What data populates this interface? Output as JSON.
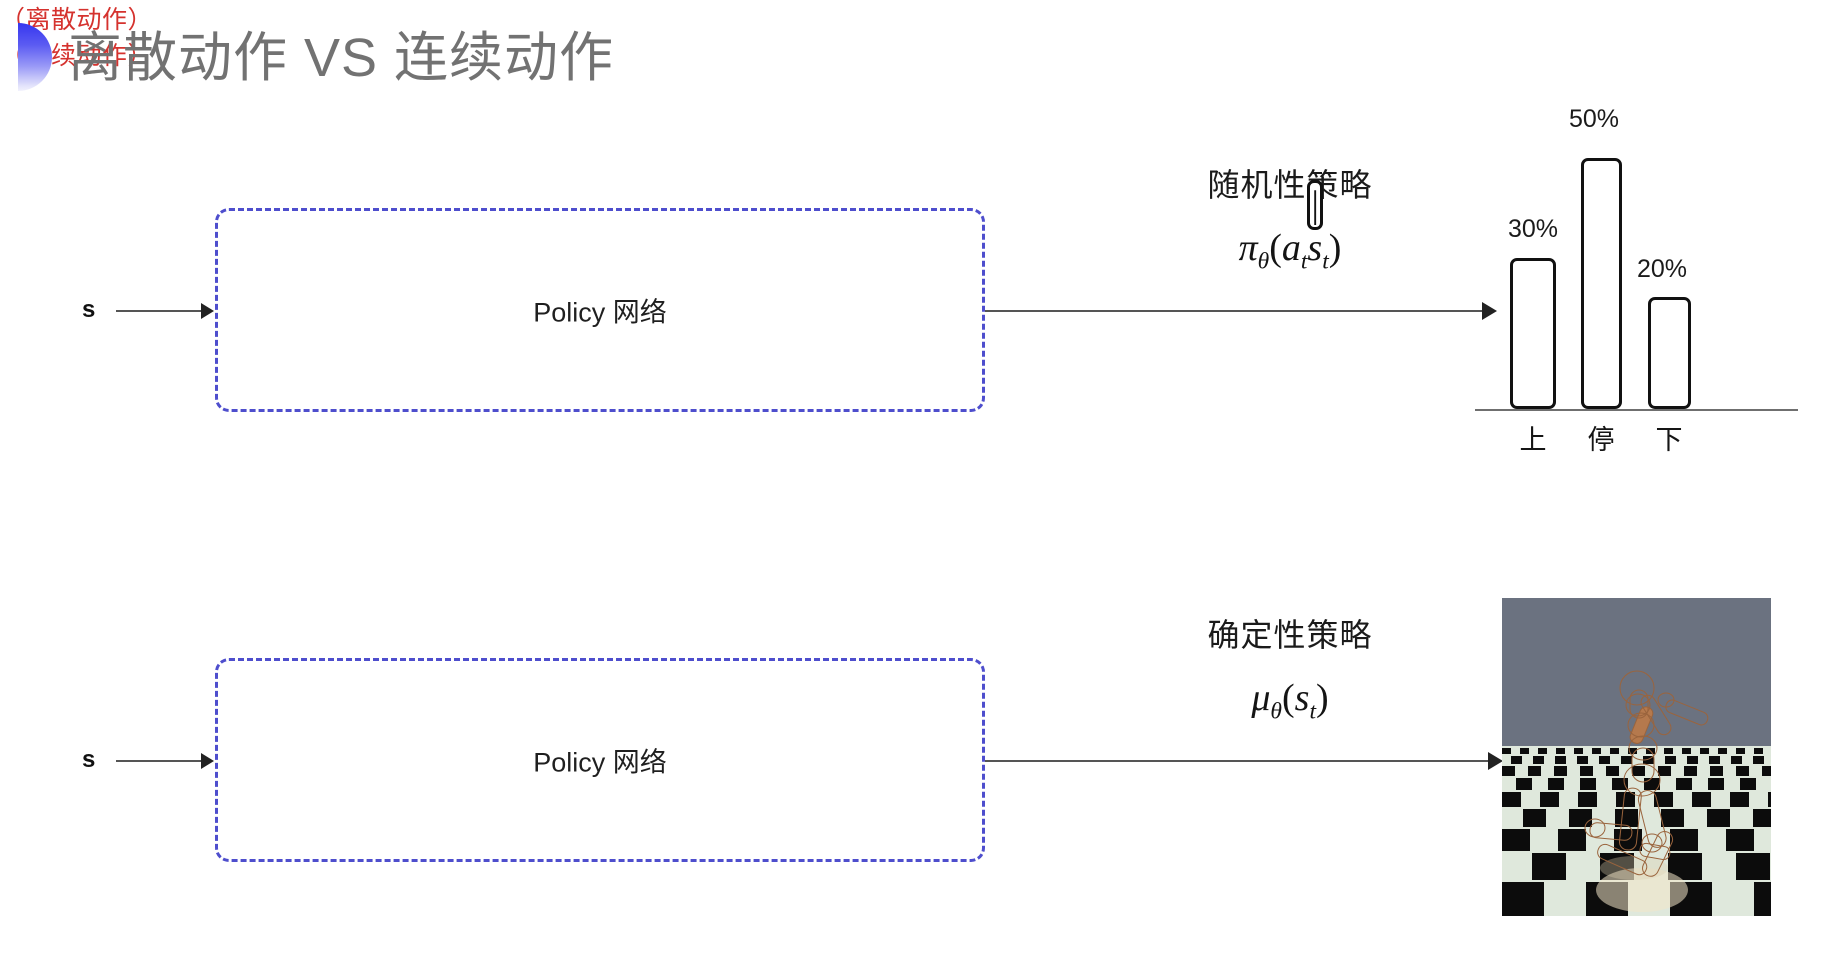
{
  "slide": {
    "title": "离散动作 VS 连续动作",
    "accent_color": "#3636ef",
    "title_color": "#727272",
    "background": "#ffffff"
  },
  "rows": [
    {
      "id": "discrete",
      "input_label": "s",
      "box_label": "Policy 网络",
      "box_border_color": "#4e4ecd",
      "annotation_title": "随机性策略",
      "formula": {
        "head": "π",
        "head_sub": "θ",
        "open": "(",
        "arg": "a",
        "arg_sub": "t",
        "bar": "|",
        "cond": "s",
        "cond_sub": "t",
        "close": ")"
      },
      "annotation_note": "（离散动作）",
      "annotation_note_color": "#d5322e",
      "output_kind": "bar-chart"
    },
    {
      "id": "continuous",
      "input_label": "s",
      "box_label": "Policy 网络",
      "box_border_color": "#4e4ecd",
      "annotation_title": "确定性策略",
      "formula": {
        "head": "μ",
        "head_sub": "θ",
        "open": "(",
        "arg": "s",
        "arg_sub": "t",
        "close": ")"
      },
      "annotation_note": "（连续动作）",
      "annotation_note_color": "#d5322e",
      "output_kind": "humanoid-image",
      "output_caption": "MuJoCo humanoid running on checkerboard floor"
    }
  ],
  "chart_data": {
    "type": "bar",
    "title": "",
    "categories": [
      "上",
      "停",
      "下"
    ],
    "values": [
      30,
      50,
      20
    ],
    "value_labels": [
      "30%",
      "50%",
      "20%"
    ],
    "xlabel": "",
    "ylabel": "",
    "ylim": [
      0,
      60
    ],
    "grid": false,
    "legend": "none",
    "bar_fill": "#ffffff",
    "bar_stroke": "#111111",
    "axis_color": "#6f6f6f"
  }
}
